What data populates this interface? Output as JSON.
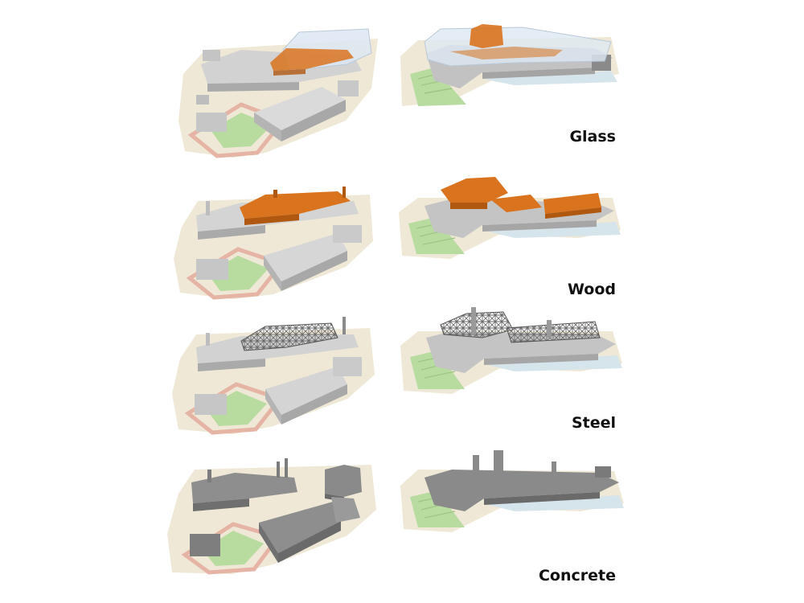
{
  "rows": [
    {
      "id": "glass",
      "label": "Glass"
    },
    {
      "id": "wood",
      "label": "Wood"
    },
    {
      "id": "steel",
      "label": "Steel"
    },
    {
      "id": "concrete",
      "label": "Concrete"
    }
  ],
  "colors": {
    "site_ground": "#efe8d6",
    "track": "#e8b8a8",
    "field": "#b8dca0",
    "building": "#c8c8c8",
    "building_top": "#dadada",
    "building_dark": "#a0a0a0",
    "concrete": "#8e8e8e",
    "concrete_dark": "#6f6f6f",
    "wood": "#d9731e",
    "wood_dark": "#b05810",
    "glass": "#dde8f3",
    "steel": "#6a6a6a",
    "water": "#d6e4ec"
  }
}
